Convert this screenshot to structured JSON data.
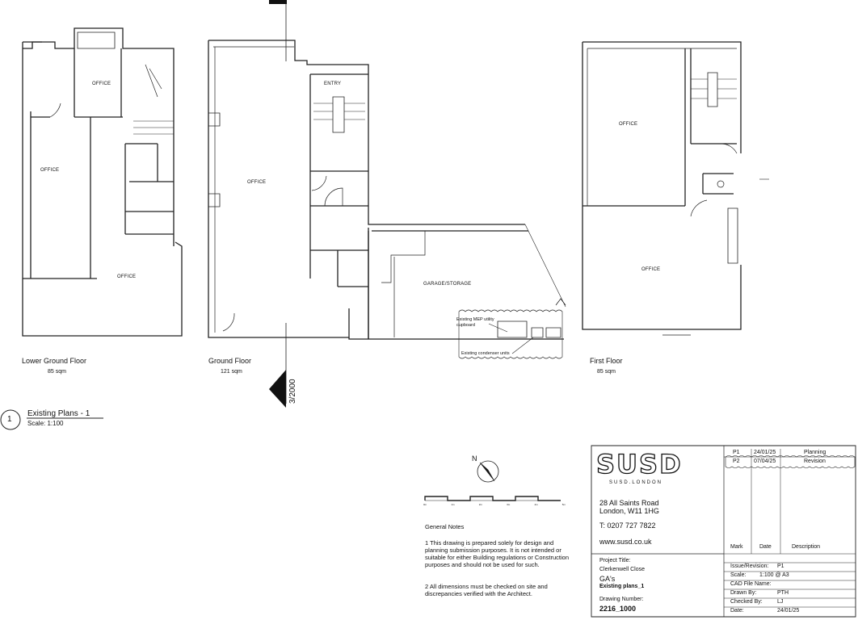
{
  "floors": [
    {
      "name": "Lower Ground Floor",
      "area": "85 sqm",
      "rooms": [
        "OFFICE",
        "OFFICE",
        "OFFICE"
      ]
    },
    {
      "name": "Ground Floor",
      "area": "121 sqm",
      "rooms": [
        "OFFICE",
        "ENTRY",
        "GARAGE/STORAGE"
      ]
    },
    {
      "name": "First Floor",
      "area": "85 sqm",
      "rooms": [
        "OFFICE",
        "OFFICE"
      ]
    }
  ],
  "annotations": {
    "mep": "Existing MEP utility cupboard",
    "condenser": "Existing condenser units"
  },
  "section_marker": "3/2000",
  "drawing_title": {
    "number": "1",
    "title": "Existing Plans - 1",
    "scale": "Scale: 1:100"
  },
  "north_label": "N",
  "scale_bar": {
    "ticks": [
      "0m",
      "1m",
      "2m",
      "3m",
      "4m",
      "5m"
    ]
  },
  "general_notes": {
    "heading": "General Notes",
    "note1": "1 This drawing is prepared solely for design and planning submission purposes. It is not intended or suitable for either Building regulations or Construction purposes and should not be used for such.",
    "note2": "2 All dimensions must be checked on site and discrepancies verified with the Architect."
  },
  "title_block": {
    "logo": "SUSD",
    "logo_sub": "SUSD.LONDON",
    "address1": "28 All Saints Road",
    "address2": "London, W11 1HG",
    "phone": "T: 0207 727 7822",
    "website": "www.susd.co.uk",
    "revisions": [
      {
        "mark": "P1",
        "date": "24/01/25",
        "description": "Planning"
      },
      {
        "mark": "P2",
        "date": "07/04/25",
        "description": "Revision"
      }
    ],
    "rev_headers": {
      "mark": "Mark",
      "date": "Date",
      "description": "Description"
    },
    "project_title_label": "Project Title:",
    "project_title": "Clerkenwell Close",
    "drawing_name1": "GA's",
    "drawing_name2": "Existing plans_1",
    "drawing_number_label": "Drawing Number:",
    "drawing_number": "2216_1000",
    "fields": [
      {
        "label": "Issue/Revision:",
        "value": "P1"
      },
      {
        "label": "Scale:",
        "value": "1:100 @ A3"
      },
      {
        "label": "CAD File Name:",
        "value": ""
      },
      {
        "label": "Drawn By:",
        "value": "PTH"
      },
      {
        "label": "Checked By:",
        "value": "LJ"
      },
      {
        "label": "Date:",
        "value": "24/01/25"
      }
    ]
  }
}
